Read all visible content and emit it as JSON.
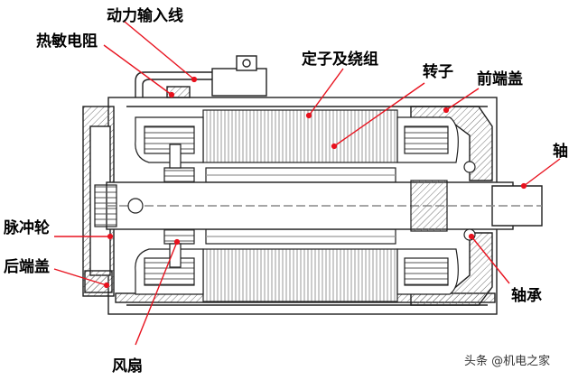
{
  "labels": {
    "power_input": "动力输入线",
    "thermistor": "热敏电阻",
    "stator": "定子及绕组",
    "rotor": "转子",
    "front_cover": "前端盖",
    "shaft": "轴",
    "pulse_wheel": "脉冲轮",
    "rear_cover": "后端盖",
    "fan": "风扇",
    "bearing": "轴承"
  },
  "watermark": "头条 @机电之家",
  "colors": {
    "label_text": "#000000",
    "leader_line": "#e8121e",
    "drawing_ink": "#202020",
    "hatch": "#707070",
    "background": "#ffffff"
  }
}
